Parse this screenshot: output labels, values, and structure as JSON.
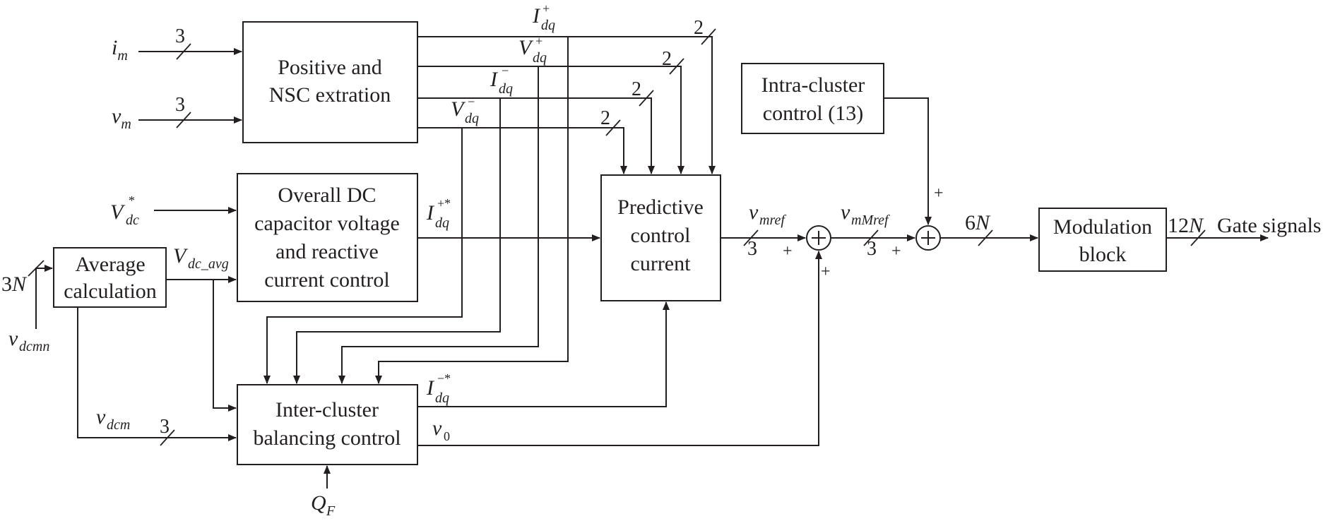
{
  "blocks": {
    "positive_nsc": [
      "Positive and",
      "NSC extration"
    ],
    "overall_dc": [
      "Overall DC",
      "capacitor voltage",
      "and reactive",
      "current control"
    ],
    "average": [
      "Average",
      "calculation"
    ],
    "inter_cluster": [
      "Inter-cluster",
      "balancing control"
    ],
    "predictive": [
      "Predictive",
      "control",
      "current"
    ],
    "intra_cluster": [
      "Intra-cluster",
      "control (13)"
    ],
    "modulation": [
      "Modulation",
      "block"
    ]
  },
  "signals": {
    "i_m": {
      "base": "i",
      "sub": "m"
    },
    "v_m": {
      "base": "v",
      "sub": "m"
    },
    "Vdc_star": {
      "base": "V",
      "sub": "dc",
      "sup": "*"
    },
    "Vdc_avg": {
      "base": "V",
      "sub": "dc_avg"
    },
    "v_dcmn": {
      "base": "v",
      "sub": "dcmn"
    },
    "v_dcm": {
      "base": "v",
      "sub": "dcm"
    },
    "Q_F": {
      "base": "Q",
      "sub": "F"
    },
    "I_dq_pos": {
      "base": "I",
      "sub": "dq",
      "sup": "+"
    },
    "V_dq_pos": {
      "base": "V",
      "sub": "dq",
      "sup": "+"
    },
    "I_dq_neg": {
      "base": "I",
      "sub": "dq",
      "sup": "−"
    },
    "V_dq_neg": {
      "base": "V",
      "sub": "dq",
      "sup": "−"
    },
    "I_dq_pos_ref": {
      "base": "I",
      "sub": "dq",
      "sup": "+*"
    },
    "I_dq_neg_ref": {
      "base": "I",
      "sub": "dq",
      "sup": "−*"
    },
    "v_0": {
      "base": "v",
      "sub": "0"
    },
    "v_mref": {
      "base": "v",
      "sub": "mref"
    },
    "v_mMref": {
      "base": "v",
      "sub": "mMref"
    }
  },
  "bus_widths": {
    "i_m": "3",
    "v_m": "3",
    "v_dcmn": "3N",
    "v_dcm": "3",
    "I_dq_pos": "2",
    "V_dq_pos": "2",
    "I_dq_neg": "2",
    "V_dq_neg": "2",
    "v_mref": "3",
    "v_mMref": "3",
    "sum2_out": "6N",
    "gate": "12N"
  },
  "outputs": {
    "gate_signals": "Gate signals"
  },
  "sum_signs": {
    "sum1_left": "+",
    "sum1_bottom": "+",
    "sum2_left": "+",
    "sum2_top": "+"
  }
}
